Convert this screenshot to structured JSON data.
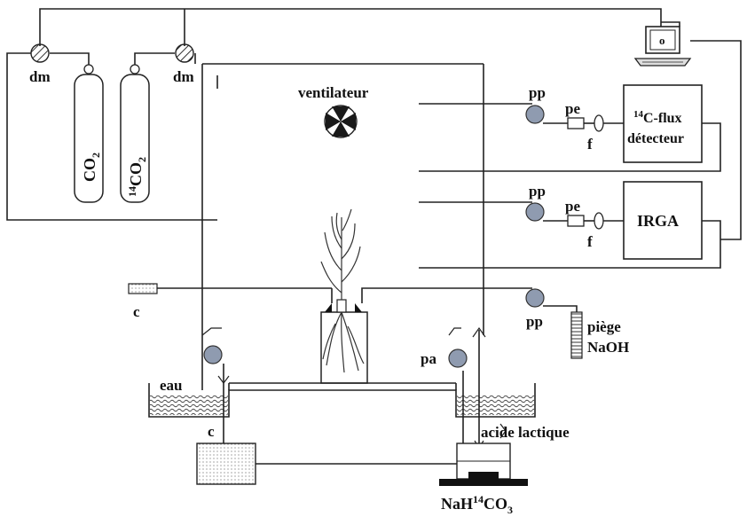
{
  "labels": {
    "dm_left": "dm",
    "dm_right": "dm",
    "cyl_co2": "CO",
    "cyl_co2_sub": "2",
    "cyl_14co2_sup": "14",
    "cyl_14co2": "CO",
    "cyl_14co2_sub": "2",
    "ventilateur": "ventilateur",
    "pp_top": "pp",
    "pe_top": "pe",
    "f_top": "f",
    "detector_sup": "14",
    "detector_line1": "C-flux",
    "detector_line2": "détecteur",
    "pp_mid": "pp",
    "pe_mid": "pe",
    "f_mid": "f",
    "irga": "IRGA",
    "c_left": "c",
    "pp_bottom": "pp",
    "piege_line1": "piège",
    "piege_line2": "NaOH",
    "pa": "pa",
    "eau": "eau",
    "c_bottom": "c",
    "acide": "acide lactique",
    "nah_prefix": "NaH",
    "nah_sup": "14",
    "nah_co": "CO",
    "nah_sub": "3",
    "computer_screen": "o"
  },
  "colors": {
    "line": "#222222",
    "pump_fill": "#8f9bb0",
    "water_hatch": "#555555",
    "tray_fill": "#e6e6e6",
    "base_fill": "#111111"
  }
}
